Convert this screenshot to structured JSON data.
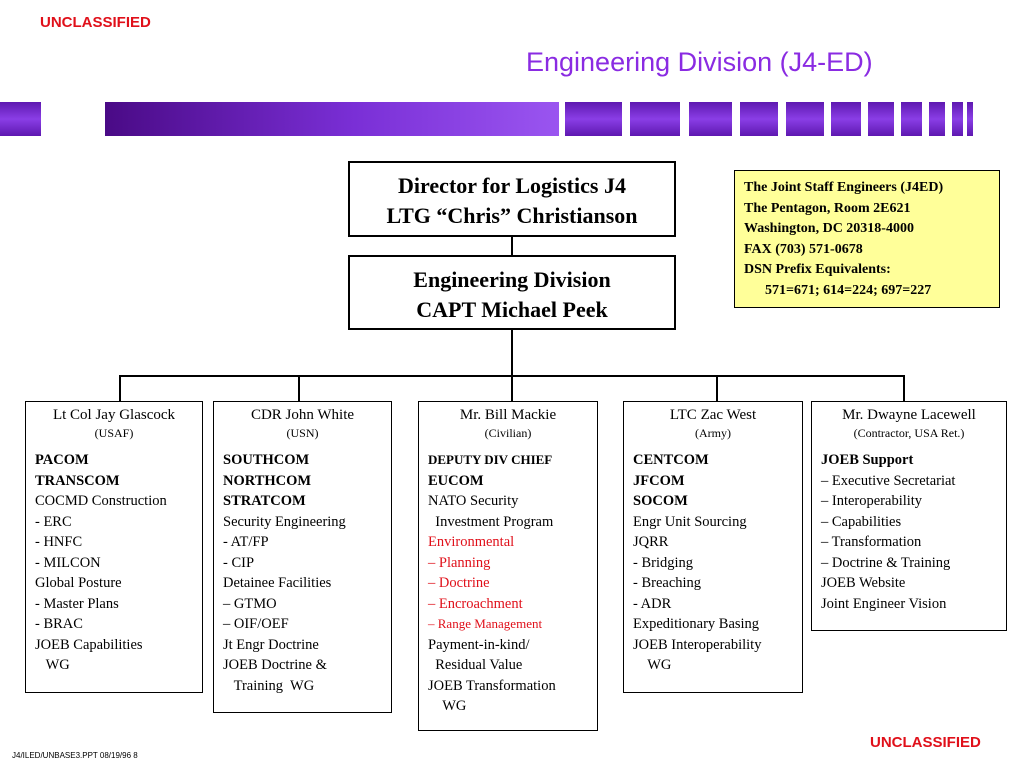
{
  "header": {
    "classification": "UNCLASSIFIED",
    "title": "Engineering Division (J4-ED)"
  },
  "footer": {
    "code": "J4/ILED/UNBASE3.PPT 08/19/96  8",
    "classification": "UNCLASSIFIED"
  },
  "colors": {
    "classification": "#e0101a",
    "title": "#8a2be2",
    "banner": "#6a1fc4",
    "info_box_fill": "#ffff99"
  },
  "director": {
    "line1": "Director for Logistics J4",
    "line2": "LTG “Chris” Christianson"
  },
  "division": {
    "line1": "Engineering Division",
    "line2": "CAPT Michael Peek"
  },
  "contact": {
    "lines": [
      "The Joint Staff Engineers (J4ED)",
      "The Pentagon, Room 2E621",
      "Washington, DC  20318-4000",
      "FAX (703) 571-0678",
      "DSN Prefix Equivalents:",
      "571=671; 614=224; 697=227"
    ]
  },
  "staff": [
    {
      "name": "Lt Col Jay Glascock",
      "affiliation": "(USAF)",
      "items": [
        "PACOM",
        "TRANSCOM",
        "COCMD Construction",
        "- ERC",
        "- HNFC",
        "- MILCON",
        "Global Posture",
        "- Master Plans",
        "- BRAC",
        "JOEB Capabilities",
        "   WG"
      ]
    },
    {
      "name": "CDR John White",
      "affiliation": "(USN)",
      "items": [
        "SOUTHCOM",
        "NORTHCOM",
        "STRATCOM",
        "Security Engineering",
        "- AT/FP",
        "- CIP",
        "Detainee Facilities",
        "– GTMO",
        "– OIF/OEF",
        "Jt Engr Doctrine",
        "JOEB Doctrine &",
        "   Training  WG"
      ]
    },
    {
      "name": "Mr. Bill Mackie",
      "affiliation": "(Civilian)",
      "items": [
        "DEPUTY DIV CHIEF",
        "EUCOM",
        "NATO Security",
        "  Investment Program",
        "Environmental",
        "– Planning",
        "– Doctrine",
        "– Encroachment",
        "– Range Management",
        "Payment-in-kind/",
        "  Residual Value",
        "JOEB Transformation",
        "    WG"
      ]
    },
    {
      "name": "LTC Zac West",
      "affiliation": "(Army)",
      "items": [
        "CENTCOM",
        "JFCOM",
        "SOCOM",
        "Engr Unit Sourcing",
        "JQRR",
        "- Bridging",
        "- Breaching",
        "- ADR",
        "Expeditionary Basing",
        "JOEB Interoperability",
        "    WG"
      ]
    },
    {
      "name": "Mr. Dwayne Lacewell",
      "affiliation": "(Contractor, USA Ret.)",
      "items": [
        "JOEB Support",
        "– Executive Secretariat",
        "– Interoperability",
        "– Capabilities",
        "– Transformation",
        "– Doctrine & Training",
        "JOEB Website",
        "Joint Engineer Vision"
      ]
    }
  ]
}
